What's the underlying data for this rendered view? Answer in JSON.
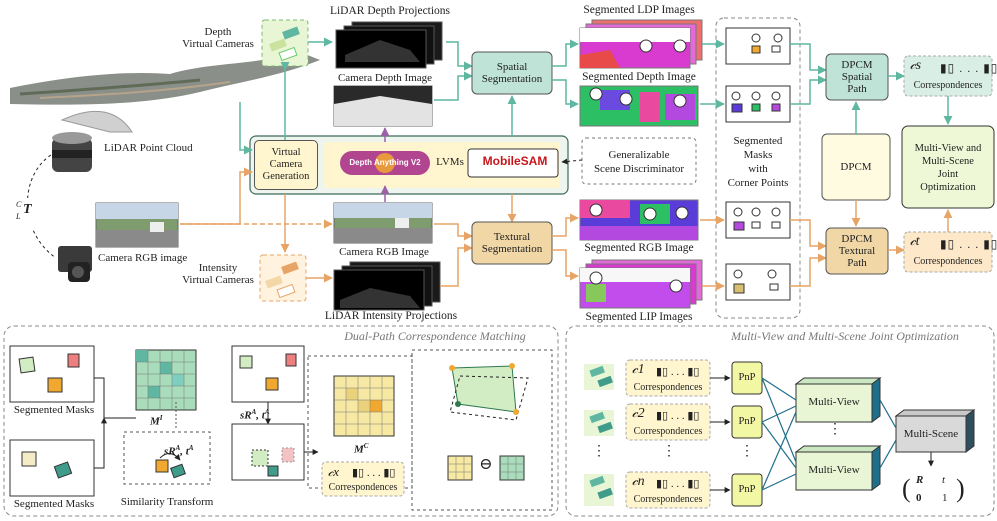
{
  "colors": {
    "green_arrow": "#5fb7a2",
    "orange_arrow": "#e7a467",
    "spatial_fill": "#bfe3d7",
    "textural_fill": "#f1d7a6",
    "lvm_fill": "#fff6cf",
    "purple_arrow": "#9b61a7",
    "pink_arrow": "#c97f95"
  },
  "top": {
    "depth_cameras": "Depth\nVirtual Cameras",
    "lidar_depth_proj": "LiDAR Depth Projections",
    "camera_depth_image": "Camera Depth Image",
    "lidar_point_cloud": "LiDAR Point Cloud",
    "transform": "T",
    "transform_sup": "C",
    "transform_sub": "L",
    "camera_rgb_image": "Camera RGB image",
    "virtual_camera_generation": "Virtual\nCamera\nGeneration",
    "depth_anything": "Depth Anything V2",
    "mobilesam": "MobileSAM",
    "lvms": "LVMs",
    "generalizable": "Generalizable\nScene Discriminator",
    "camera_rgb_image2": "Camera RGB Image",
    "intensity_cameras": "Intensity\nVirtual Cameras",
    "lidar_intensity_proj": "LiDAR Intensity Projections",
    "spatial_segmentation": "Spatial\nSegmentation",
    "textural_segmentation": "Textural\nSegmentation",
    "seg_ldp": "Segmented LDP Images",
    "seg_depth": "Segmented Depth Image",
    "seg_rgb": "Segmented RGB Image",
    "seg_lip": "Segmented LIP Images",
    "seg_masks": "Segmented\nMasks\nwith\nCorner Points",
    "dpcm_spatial": "DPCM\nSpatial\nPath",
    "dpcm": "DPCM",
    "dpcm_textural": "DPCM\nTextural\nPath",
    "corr_s_label": "Correspondences",
    "corr_t_label": "Correspondences",
    "corr_s_sym": "𝒸s",
    "corr_t_sym": "𝒸t",
    "multiview_opt": "Multi-View and\nMulti-Scene\nJoint\nOptimization"
  },
  "bottom_left": {
    "title": "Dual-Path Correspondence Matching",
    "seg_masks_1": "Segmented Masks",
    "seg_masks_2": "Segmented Masks",
    "similarity_transform": "Similarity Transform",
    "sRt": "sR",
    "sRt_sup": "A",
    "sRt_t": "t",
    "m_i": "M",
    "m_i_sup": "I",
    "m_c": "M",
    "m_c_sup": "C",
    "corr_x": "𝒸x",
    "correspondences": "Correspondences",
    "ominus": "⊖"
  },
  "bottom_right": {
    "title": "Multi-View and Multi-Scene Joint Optimization",
    "rows": [
      {
        "sym": "𝒸1",
        "label": "Correspondences"
      },
      {
        "sym": "𝒸2",
        "label": "Correspondences"
      },
      {
        "sym": "𝒸n",
        "label": "Correspondences"
      }
    ],
    "pnp": "PnP",
    "multi_view": "Multi-View",
    "multi_scene": "Multi-Scene",
    "dots": "⋮"
  }
}
